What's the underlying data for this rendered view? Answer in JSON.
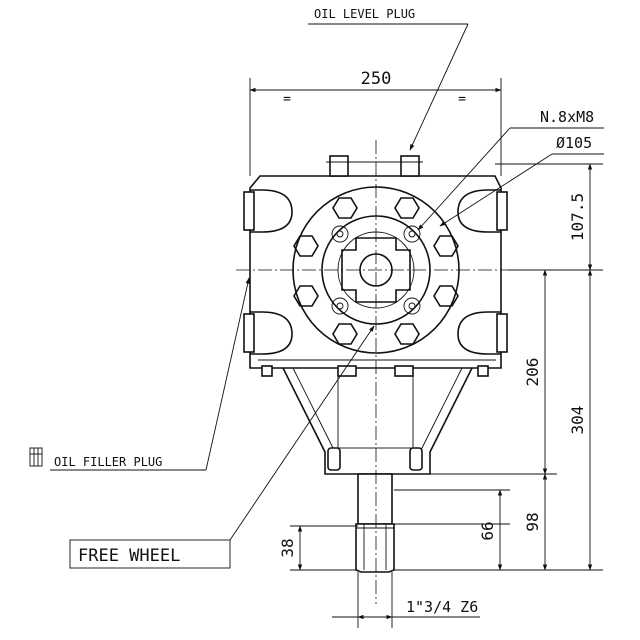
{
  "labels": {
    "oil_level_plug": "OIL LEVEL PLUG",
    "oil_filler_plug": "OIL FILLER PLUG",
    "free_wheel": "FREE WHEEL",
    "bolt_spec": "N.8xM8",
    "bolt_circle": "Ø105",
    "shaft_spec": "1\"3/4 Z6",
    "equal_left": "=",
    "equal_right": "="
  },
  "dimensions": {
    "width": "250",
    "top_to_center": "107.5",
    "center_to_shaft": "206",
    "center_to_bottom": "304",
    "shaft_length": "98",
    "spline_length": "66",
    "spline_offset": "38"
  }
}
